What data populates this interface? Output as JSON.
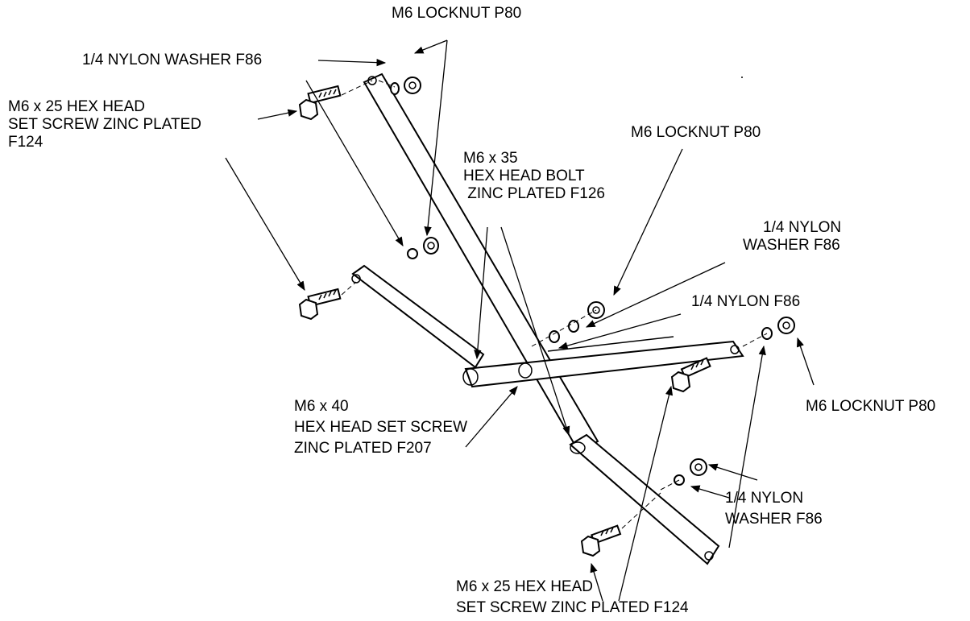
{
  "labels": {
    "locknut_top": "M6 LOCKNUT P80",
    "washer_top": "1/4 NYLON WASHER F86",
    "screw_left": [
      "M6 x 25 HEX HEAD",
      "SET SCREW ZINC PLATED",
      "F124"
    ],
    "bolt_mid": [
      "M6 x 35",
      "HEX HEAD BOLT",
      " ZINC PLATED F126"
    ],
    "locknut_mid": "M6 LOCKNUT P80",
    "washer_right": [
      "1/4 NYLON",
      "WASHER F86"
    ],
    "nylon_f86": "1/4 NYLON F86",
    "locknut_right": "M6 LOCKNUT P80",
    "screw_mid": [
      "M6 x 40",
      "HEX HEAD SET SCREW",
      "ZINC PLATED F207"
    ],
    "washer_lower": [
      "1/4 NYLON",
      "WASHER F86"
    ],
    "screw_bottom": [
      "M6 x 25 HEX HEAD",
      "SET SCREW ZINC PLATED F124"
    ]
  }
}
